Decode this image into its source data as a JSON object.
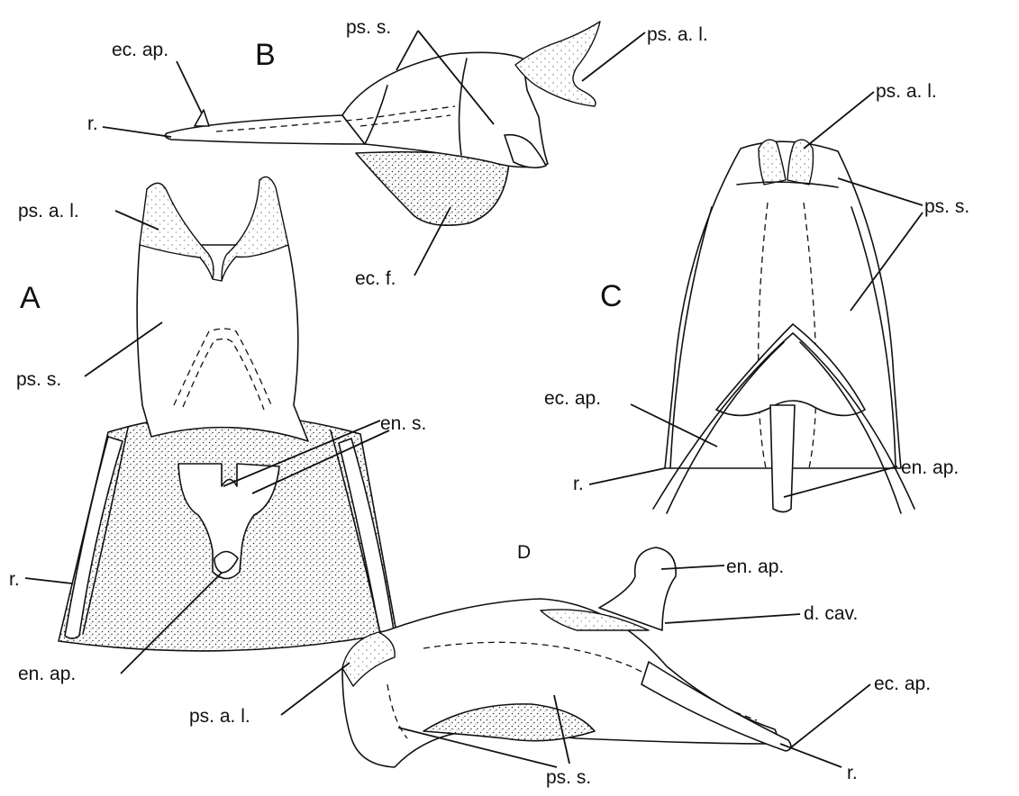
{
  "panels": {
    "A": {
      "title": "A",
      "labels": {
        "ps_a_l": "ps. a. l.",
        "ps_s": "ps. s.",
        "en_s": "en. s.",
        "r": "r.",
        "en_ap": "en. ap."
      }
    },
    "B": {
      "title": "B",
      "labels": {
        "ec_ap": "ec. ap.",
        "ps_s": "ps. s.",
        "ps_a_l": "ps. a. l.",
        "r": "r.",
        "ec_f": "ec. f."
      }
    },
    "C": {
      "title": "C",
      "labels": {
        "ps_a_l": "ps. a. l.",
        "ps_s": "ps. s.",
        "ec_ap": "ec. ap.",
        "r": "r.",
        "en_ap": "en. ap."
      }
    },
    "D": {
      "title": "D",
      "labels": {
        "en_ap": "en. ap.",
        "d_cav": "d. cav.",
        "ec_ap": "ec. ap.",
        "ps_a_l": "ps. a. l.",
        "ps_s": "ps. s.",
        "r": "r."
      }
    }
  },
  "style": {
    "ink": "#111111",
    "background": "#ffffff"
  }
}
